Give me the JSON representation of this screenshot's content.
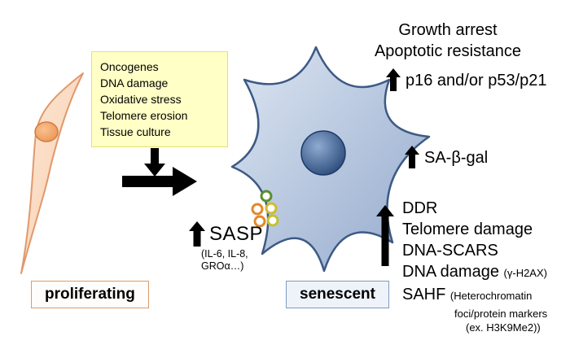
{
  "diagram": {
    "stressors": [
      "Oncogenes",
      "DNA damage",
      "Oxidative stress",
      "Telomere erosion",
      "Tissue culture"
    ],
    "proliferating_label": "proliferating",
    "senescent_label": "senescent",
    "growth_arrest": "Growth arrest",
    "apoptotic_resistance": "Apoptotic resistance",
    "p16_text": "p16 and/or p53/p21",
    "sa_b_gal": "SA-β-gal",
    "sasp_title": "SASP",
    "sasp_sub_line1": "(IL-6, IL-8,",
    "sasp_sub_line2": "GROα…)",
    "ddr": "DDR",
    "telomere_damage": "Telomere damage",
    "dna_scars": "DNA-SCARS",
    "dna_damage": "DNA damage",
    "dna_damage_note": "(γ-H2AX)",
    "sahf": "SAHF",
    "sahf_note_line1": "(Heterochromatin",
    "sahf_note_line2": "foci/protein markers",
    "sahf_note_line3": "(ex. H3K9Me2))"
  },
  "colors": {
    "stressor_box_bg": "#ffffc6",
    "stressor_box_border": "#e3e370",
    "proliferating_fill": "#fbd9bf",
    "proliferating_stroke": "#e0996c",
    "proliferating_nucleus": "#ee9a58",
    "senescent_fill": "#b9cae2",
    "senescent_stroke": "#3d5a85",
    "senescent_nucleus": "#2a4a7d",
    "arrow_color": "#000000",
    "sasp_dot_green": "#5a8f2f",
    "sasp_dot_orange": "#e2892b",
    "sasp_dot_yellow": "#d0bc2e"
  }
}
